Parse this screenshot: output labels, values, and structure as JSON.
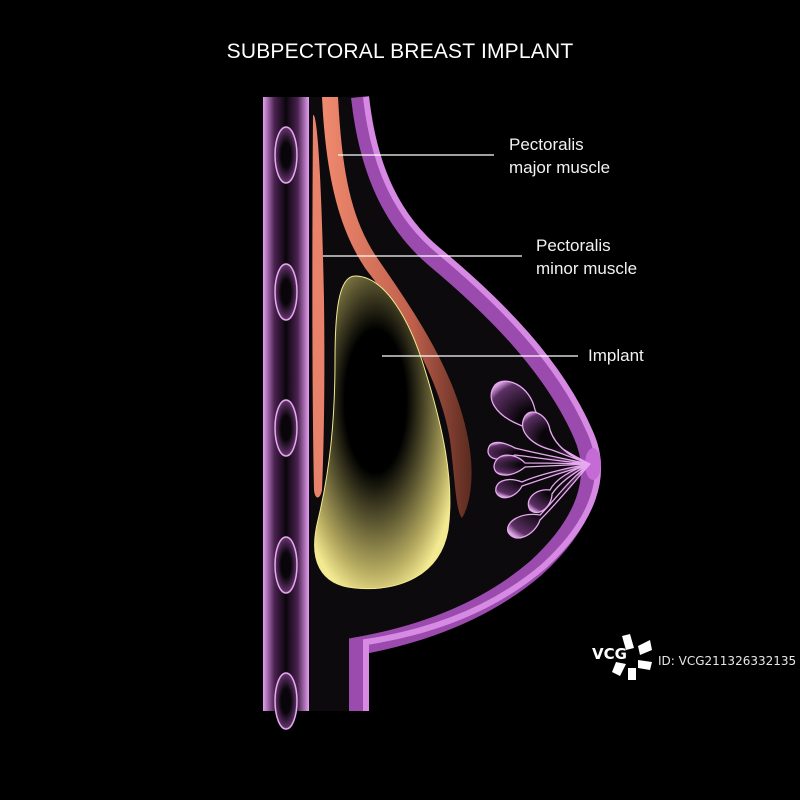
{
  "title": "SUBPECTORAL BREAST IMPLANT",
  "labels": {
    "pectoralis_major": [
      "Pectoralis",
      "major muscle"
    ],
    "pectoralis_minor": [
      "Pectoralis",
      "minor muscle"
    ],
    "implant": "Implant"
  },
  "watermark": {
    "brand": "VCG",
    "id_text": "ID: VCG211326332135"
  },
  "colors": {
    "background": "#000000",
    "skin": "#c46bd6",
    "muscle": "#e8826a",
    "implant": "#f0e68c",
    "gland": "#d99be3",
    "label_line": "#ffffff"
  }
}
